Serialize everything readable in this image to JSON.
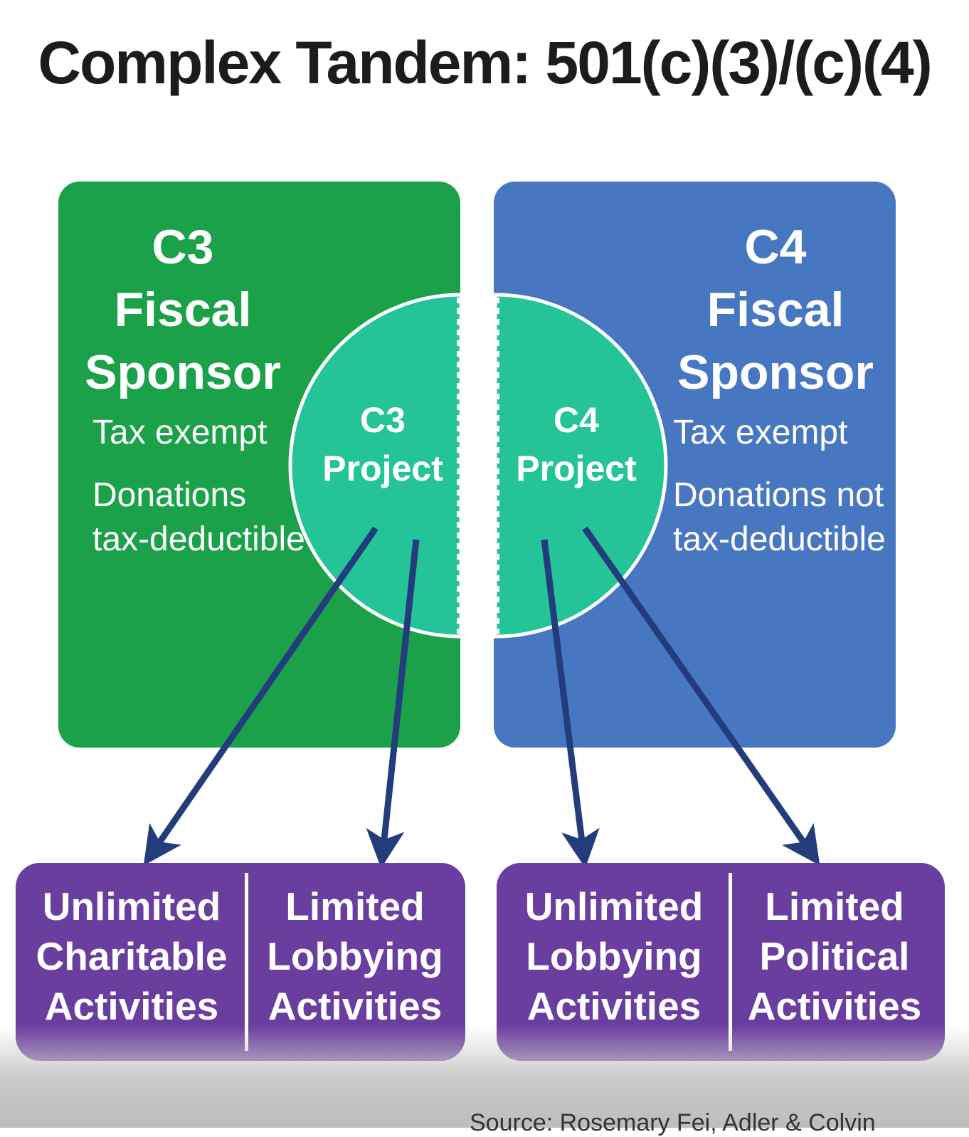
{
  "title": "Complex Tandem: 501(c)(3)/(c)(4)",
  "colors": {
    "c3_panel": "#1ca14b",
    "c4_panel": "#4877c2",
    "project_circle": "#25c498",
    "activity_box": "#6a3e9f",
    "arrow": "#233c7c"
  },
  "c3_sponsor": {
    "heading": [
      "C3",
      "Fiscal",
      "Sponsor"
    ],
    "tax_status": "Tax exempt",
    "donations": [
      "Donations",
      "tax-deductible"
    ]
  },
  "c4_sponsor": {
    "heading": [
      "C4",
      "Fiscal",
      "Sponsor"
    ],
    "tax_status": "Tax exempt",
    "donations": [
      "Donations not",
      "tax-deductible"
    ]
  },
  "c3_project": [
    "C3",
    "Project"
  ],
  "c4_project": [
    "C4",
    "Project"
  ],
  "activities_c3": [
    {
      "lines": [
        "Unlimited",
        "Charitable",
        "Activities"
      ]
    },
    {
      "lines": [
        "Limited",
        "Lobbying",
        "Activities"
      ]
    }
  ],
  "activities_c4": [
    {
      "lines": [
        "Unlimited",
        "Lobbying",
        "Activities"
      ]
    },
    {
      "lines": [
        "Limited",
        "Political",
        "Activities"
      ]
    }
  ],
  "source": "Source: Rosemary Fei, Adler & Colvin"
}
